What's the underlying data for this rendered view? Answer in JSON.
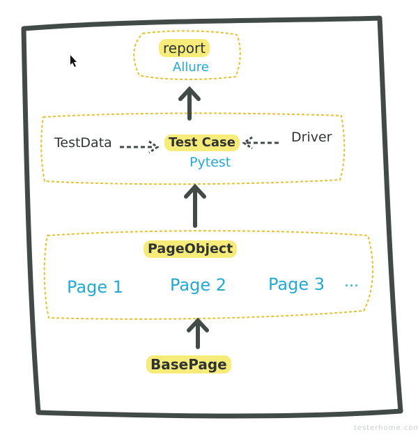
{
  "report_box": {
    "title": "report",
    "tool": "Allure"
  },
  "test_box": {
    "left": "TestData",
    "center": "Test Case",
    "right": "Driver",
    "tool": "Pytest"
  },
  "pageobject_box": {
    "title": "PageObject",
    "pages": [
      "Page 1",
      "Page 2",
      "Page 3",
      "..."
    ]
  },
  "base": {
    "label": "BasePage"
  },
  "watermark": "testerhome.com",
  "colors": {
    "outline": "#424a48",
    "dashed_box": "#e8bf2c",
    "highlight": "#f7ec7a",
    "blue_text": "#22a9d6",
    "dark_text": "#2f3332"
  }
}
